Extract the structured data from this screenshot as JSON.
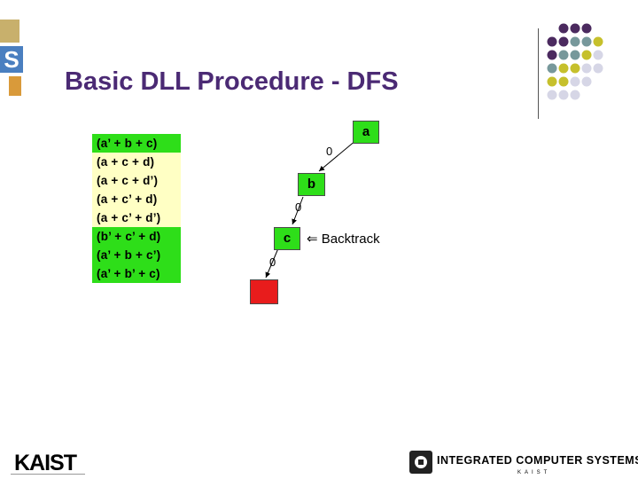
{
  "slide": {
    "title": "Basic DLL Procedure - DFS",
    "clauses": [
      {
        "text": "(a’ + b + c)",
        "color": "green"
      },
      {
        "text": "(a + c + d)",
        "color": "yellow"
      },
      {
        "text": "(a + c + d’)",
        "color": "yellow"
      },
      {
        "text": "(a + c’ + d)",
        "color": "yellow"
      },
      {
        "text": "(a + c’ + d’)",
        "color": "yellow"
      },
      {
        "text": "(b’ + c’ + d)",
        "color": "green"
      },
      {
        "text": "(a’ + b + c’)",
        "color": "green"
      },
      {
        "text": "(a’ + b’ + c)",
        "color": "green"
      }
    ],
    "nodes": {
      "a": "a",
      "b": "b",
      "c": "c"
    },
    "edge_labels": [
      "0",
      "0",
      "0"
    ],
    "backtrack": {
      "arrow": "⇐",
      "label": "Backtrack"
    },
    "conflict_color": "#e81c1c"
  },
  "footer": {
    "university_logo": "KAIST",
    "lab_name": "Integrated Computer Systems Lab",
    "lab_sub": "KAIST"
  },
  "decor": {
    "dot_colors": [
      "#4b2a5f",
      "#77989b",
      "#c6c02c",
      "#d6d6e6"
    ]
  }
}
